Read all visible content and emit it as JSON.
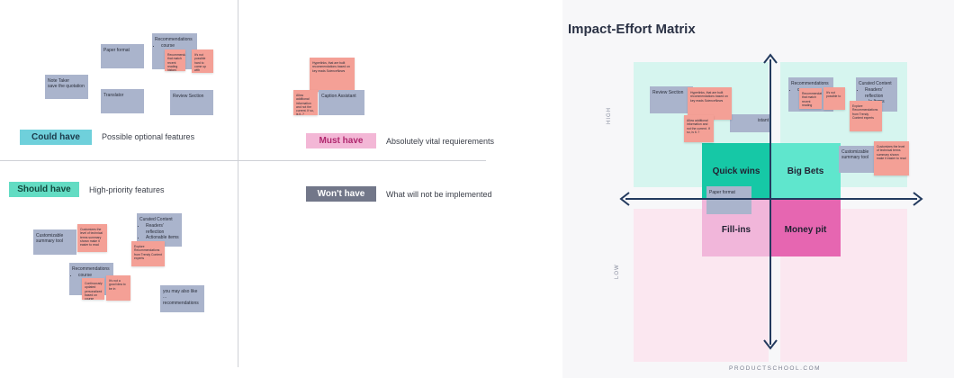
{
  "board": {
    "categories": [
      {
        "label": "Could have",
        "description": "Possible optional features",
        "color": "#6fd0db"
      },
      {
        "label": "Must have",
        "description": "Absolutely vital requierements",
        "color": "#f3b7d6"
      },
      {
        "label": "Should have",
        "description": "High-priority features",
        "color": "#63dcc3"
      },
      {
        "label": "Won't have",
        "description": "What will not be implemented",
        "color": "#727789"
      }
    ],
    "notes": {
      "note_taker": "Note Taker\nsave the quotation",
      "paper_format": "Paper format",
      "recommendations_1_title": "Recommendations",
      "recommendations_1_item": "course",
      "recommendations_1_red": "Recommendations that match recent reading history",
      "recommendations_1_red2": "It's not possible hard to come up with",
      "translator": "Translator",
      "review_section": "Review Section",
      "hyperlinks_red": "Hyperlinks, that are built recommendations based on key reads ScienceNews",
      "caption_red": "Allow additional information and not the current. If so, is it..?",
      "caption_assistant": "Caption Assistant",
      "customizable": "Customizable summary tool",
      "customizable_red": "Customizes the level of technical terms summary shown make it easier to read",
      "curated_title": "Curated Content",
      "curated_items": [
        "Readers' reflection",
        "Actionable items"
      ],
      "curated_red": "Explore Recommendations from Trendy Content experts",
      "recommendations_2_title": "Recommendations",
      "recommendations_2_item": "course",
      "recommendations_2_red": "Continuously updated personalized based on course",
      "recommendations_2_red2": "It's not a good idea to be in",
      "you_may_like": "you may also like ... recommendations"
    }
  },
  "matrix": {
    "title": "Impact-Effort Matrix",
    "high_label": "HIGH",
    "low_label": "LOW",
    "quadrants": {
      "quick_wins": "Quick wins",
      "big_bets": "Big Bets",
      "fill_ins": "Fill-ins",
      "money_pit": "Money pit"
    },
    "colors": {
      "quick_wins": "#16c8a6",
      "big_bets": "#5fe6cd",
      "fill_ins": "#f1b6da",
      "money_pit": "#e666b1",
      "axis": "#233a5e"
    },
    "notes": {
      "review_section": "Review Section",
      "hyperlinks_red": "Hyperlinks, that are built recommendations based on key reads ScienceNews",
      "caption_red": "Allow additional information and not the current. If so, is it..?",
      "caption_partial": "istant",
      "recommendations_title": "Recommendations",
      "recommendations_item": "course",
      "rec_red1": "Recommendations that match recent reading",
      "rec_red2": "It's not possible to",
      "curated_title": "Curated Content",
      "curated_items": [
        "Readers' reflection",
        "...le Items"
      ],
      "explore_red": "Explore Recommendations from Trendy Content experts",
      "customizable": "Customizable summary tool",
      "customizable_red": "Customizes the level of technical terms summary shown make it easier to read",
      "paper_format": "Paper format"
    },
    "brand": "PRODUCTSCHOOL.COM"
  }
}
